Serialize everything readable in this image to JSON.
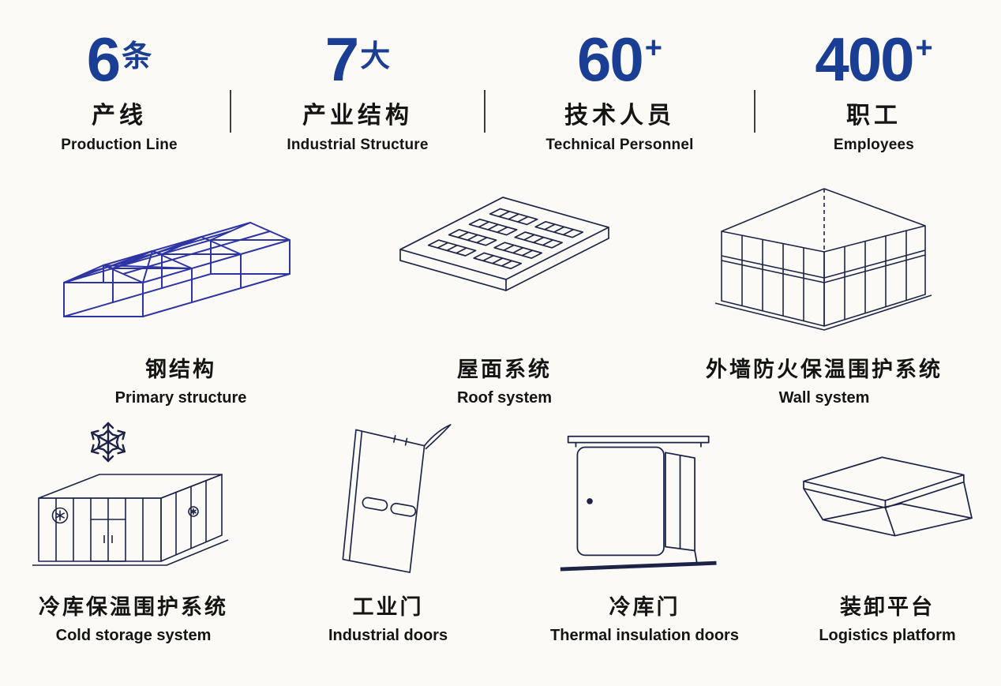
{
  "colors": {
    "accent_blue": "#1a3e94",
    "line_navy": "#1c2347",
    "steel_blue": "#2e35a3",
    "text_dark": "#141414",
    "background": "#fbfaf7"
  },
  "stats": [
    {
      "number": "6",
      "unit": "条",
      "zh": "产线",
      "en": "Production Line"
    },
    {
      "number": "7",
      "unit": "大",
      "zh": "产业结构",
      "en": "Industrial Structure"
    },
    {
      "number": "60",
      "unit": "+",
      "zh": "技术人员",
      "en": "Technical Personnel"
    },
    {
      "number": "400",
      "unit": "+",
      "zh": "职工",
      "en": "Employees"
    }
  ],
  "row1": [
    {
      "zh": "钢结构",
      "en": "Primary structure",
      "icon": "steel-structure-icon"
    },
    {
      "zh": "屋面系统",
      "en": "Roof system",
      "icon": "roof-system-icon"
    },
    {
      "zh": "外墙防火保温围护系统",
      "en": "Wall system",
      "icon": "wall-system-icon"
    }
  ],
  "row2": [
    {
      "zh": "冷库保温围护系统",
      "en": "Cold storage system",
      "icon": "cold-storage-icon"
    },
    {
      "zh": "工业门",
      "en": "Industrial doors",
      "icon": "industrial-door-icon"
    },
    {
      "zh": "冷库门",
      "en": "Thermal insulation doors",
      "icon": "cold-door-icon"
    },
    {
      "zh": "装卸平台",
      "en": "Logistics platform",
      "icon": "loading-platform-icon"
    }
  ]
}
